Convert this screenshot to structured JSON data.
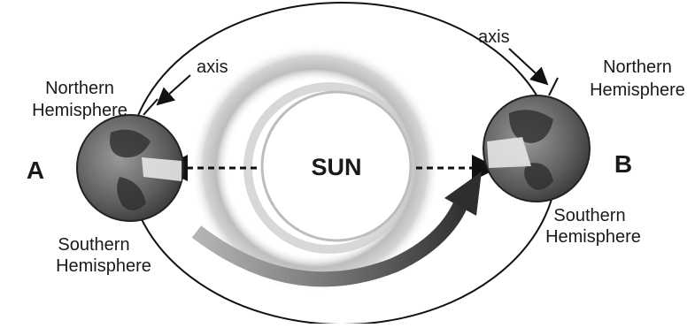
{
  "diagram": {
    "sun_label": "SUN",
    "position_a": {
      "letter": "A",
      "northern_label_line1": "Northern",
      "northern_label_line2": "Hemisphere",
      "southern_label_line1": "Southern",
      "southern_label_line2": "Hemisphere",
      "axis_label": "axis"
    },
    "position_b": {
      "letter": "B",
      "northern_label_line1": "Northern",
      "northern_label_line2": "Hemisphere",
      "southern_label_line1": "Southern",
      "southern_label_line2": "Hemisphere",
      "axis_label": "axis"
    }
  }
}
